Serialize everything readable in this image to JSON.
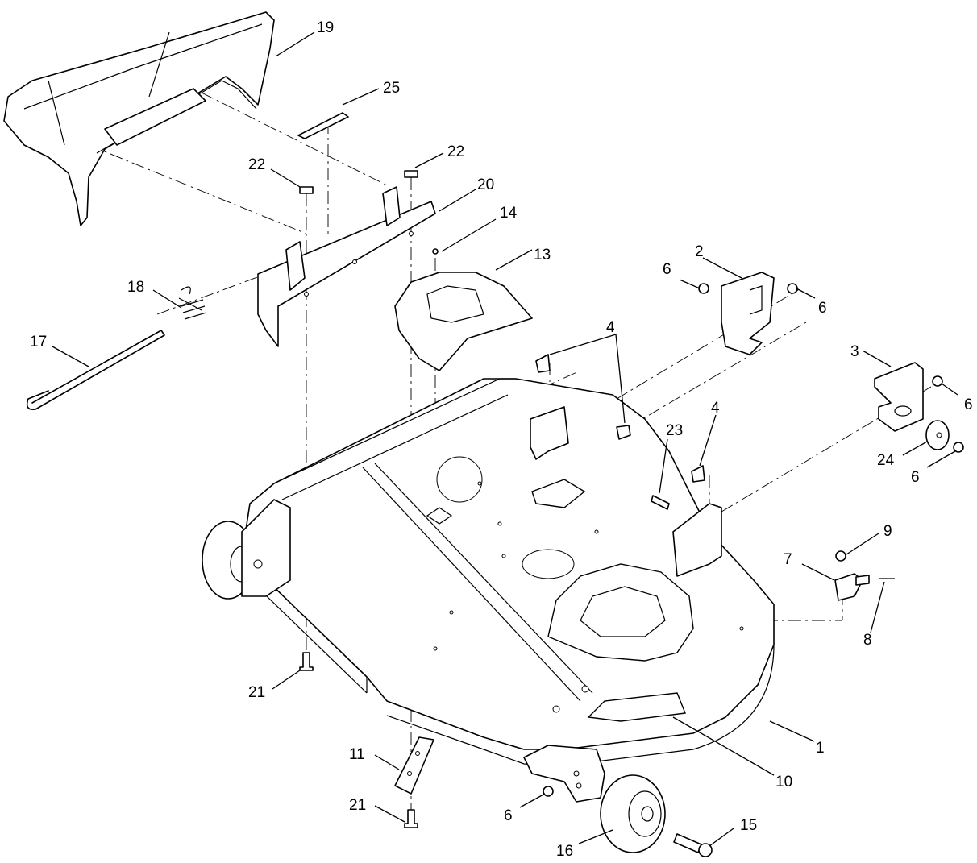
{
  "callouts": {
    "c1": "1",
    "c2": "2",
    "c3": "3",
    "c4a": "4",
    "c4b": "4",
    "c6a": "6",
    "c6b": "6",
    "c6c": "6",
    "c6d": "6",
    "c6e": "6",
    "c7": "7",
    "c8": "8",
    "c9": "9",
    "c10": "10",
    "c11": "11",
    "c13": "13",
    "c14": "14",
    "c15": "15",
    "c16": "16",
    "c17": "17",
    "c18": "18",
    "c19": "19",
    "c20": "20",
    "c21a": "21",
    "c21b": "21",
    "c22a": "22",
    "c22b": "22",
    "c23": "23",
    "c24": "24",
    "c25": "25"
  }
}
